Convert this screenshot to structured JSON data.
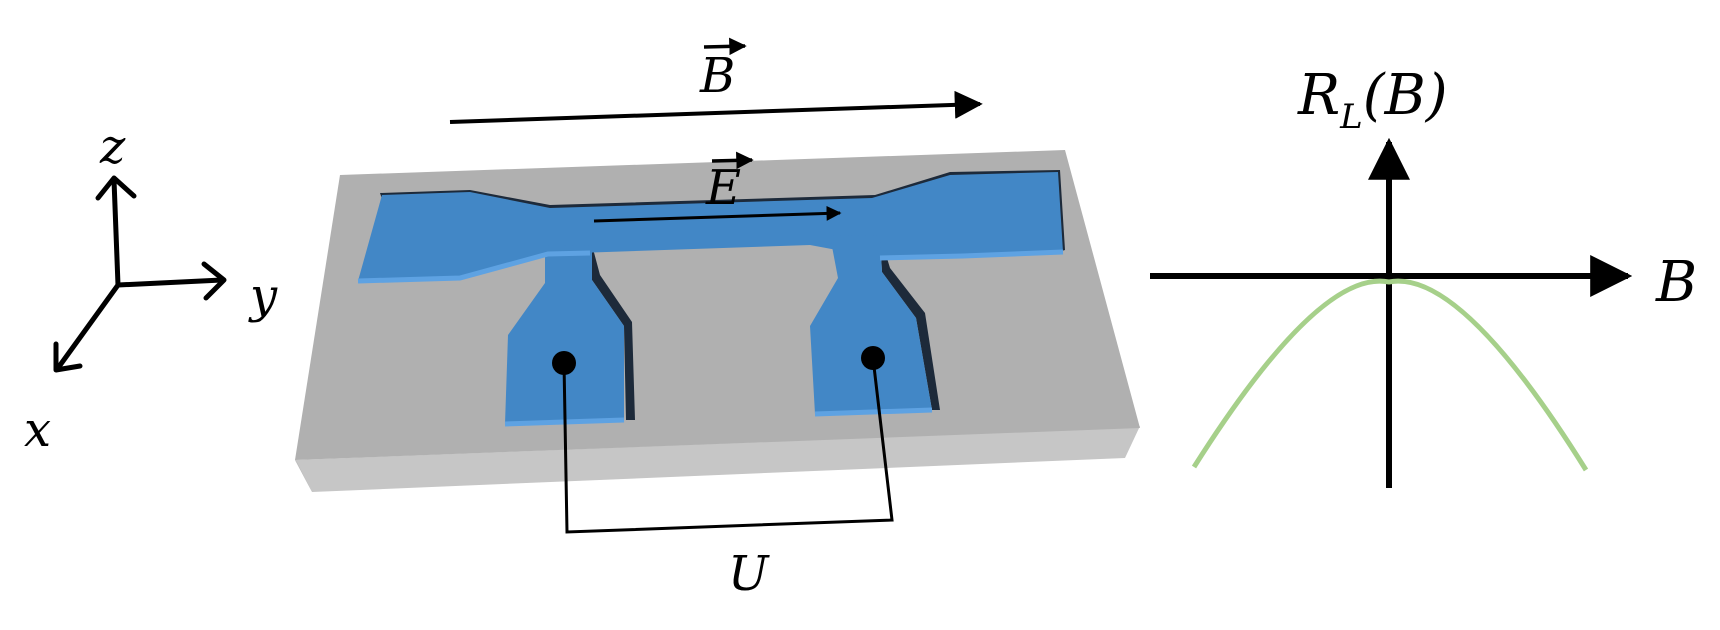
{
  "axes": {
    "x_label": "x",
    "y_label": "y",
    "z_label": "z"
  },
  "device": {
    "field_B_label": "B",
    "field_E_label": "E",
    "voltage_label": "U"
  },
  "graph": {
    "y_label_main": "R",
    "y_label_sub": "L",
    "y_label_arg": "(B)",
    "x_label": "B",
    "curve_shape": "inverted parabola (negative magnetoresistance)"
  },
  "colors": {
    "substrate_top": "#b2b2b2",
    "substrate_front": "#c4c4c4",
    "film": "#4287c6",
    "film_edge": "#5b9fe0",
    "film_shadow": "#1d2a3a",
    "curve": "#a6d08a",
    "ink": "#000000"
  }
}
